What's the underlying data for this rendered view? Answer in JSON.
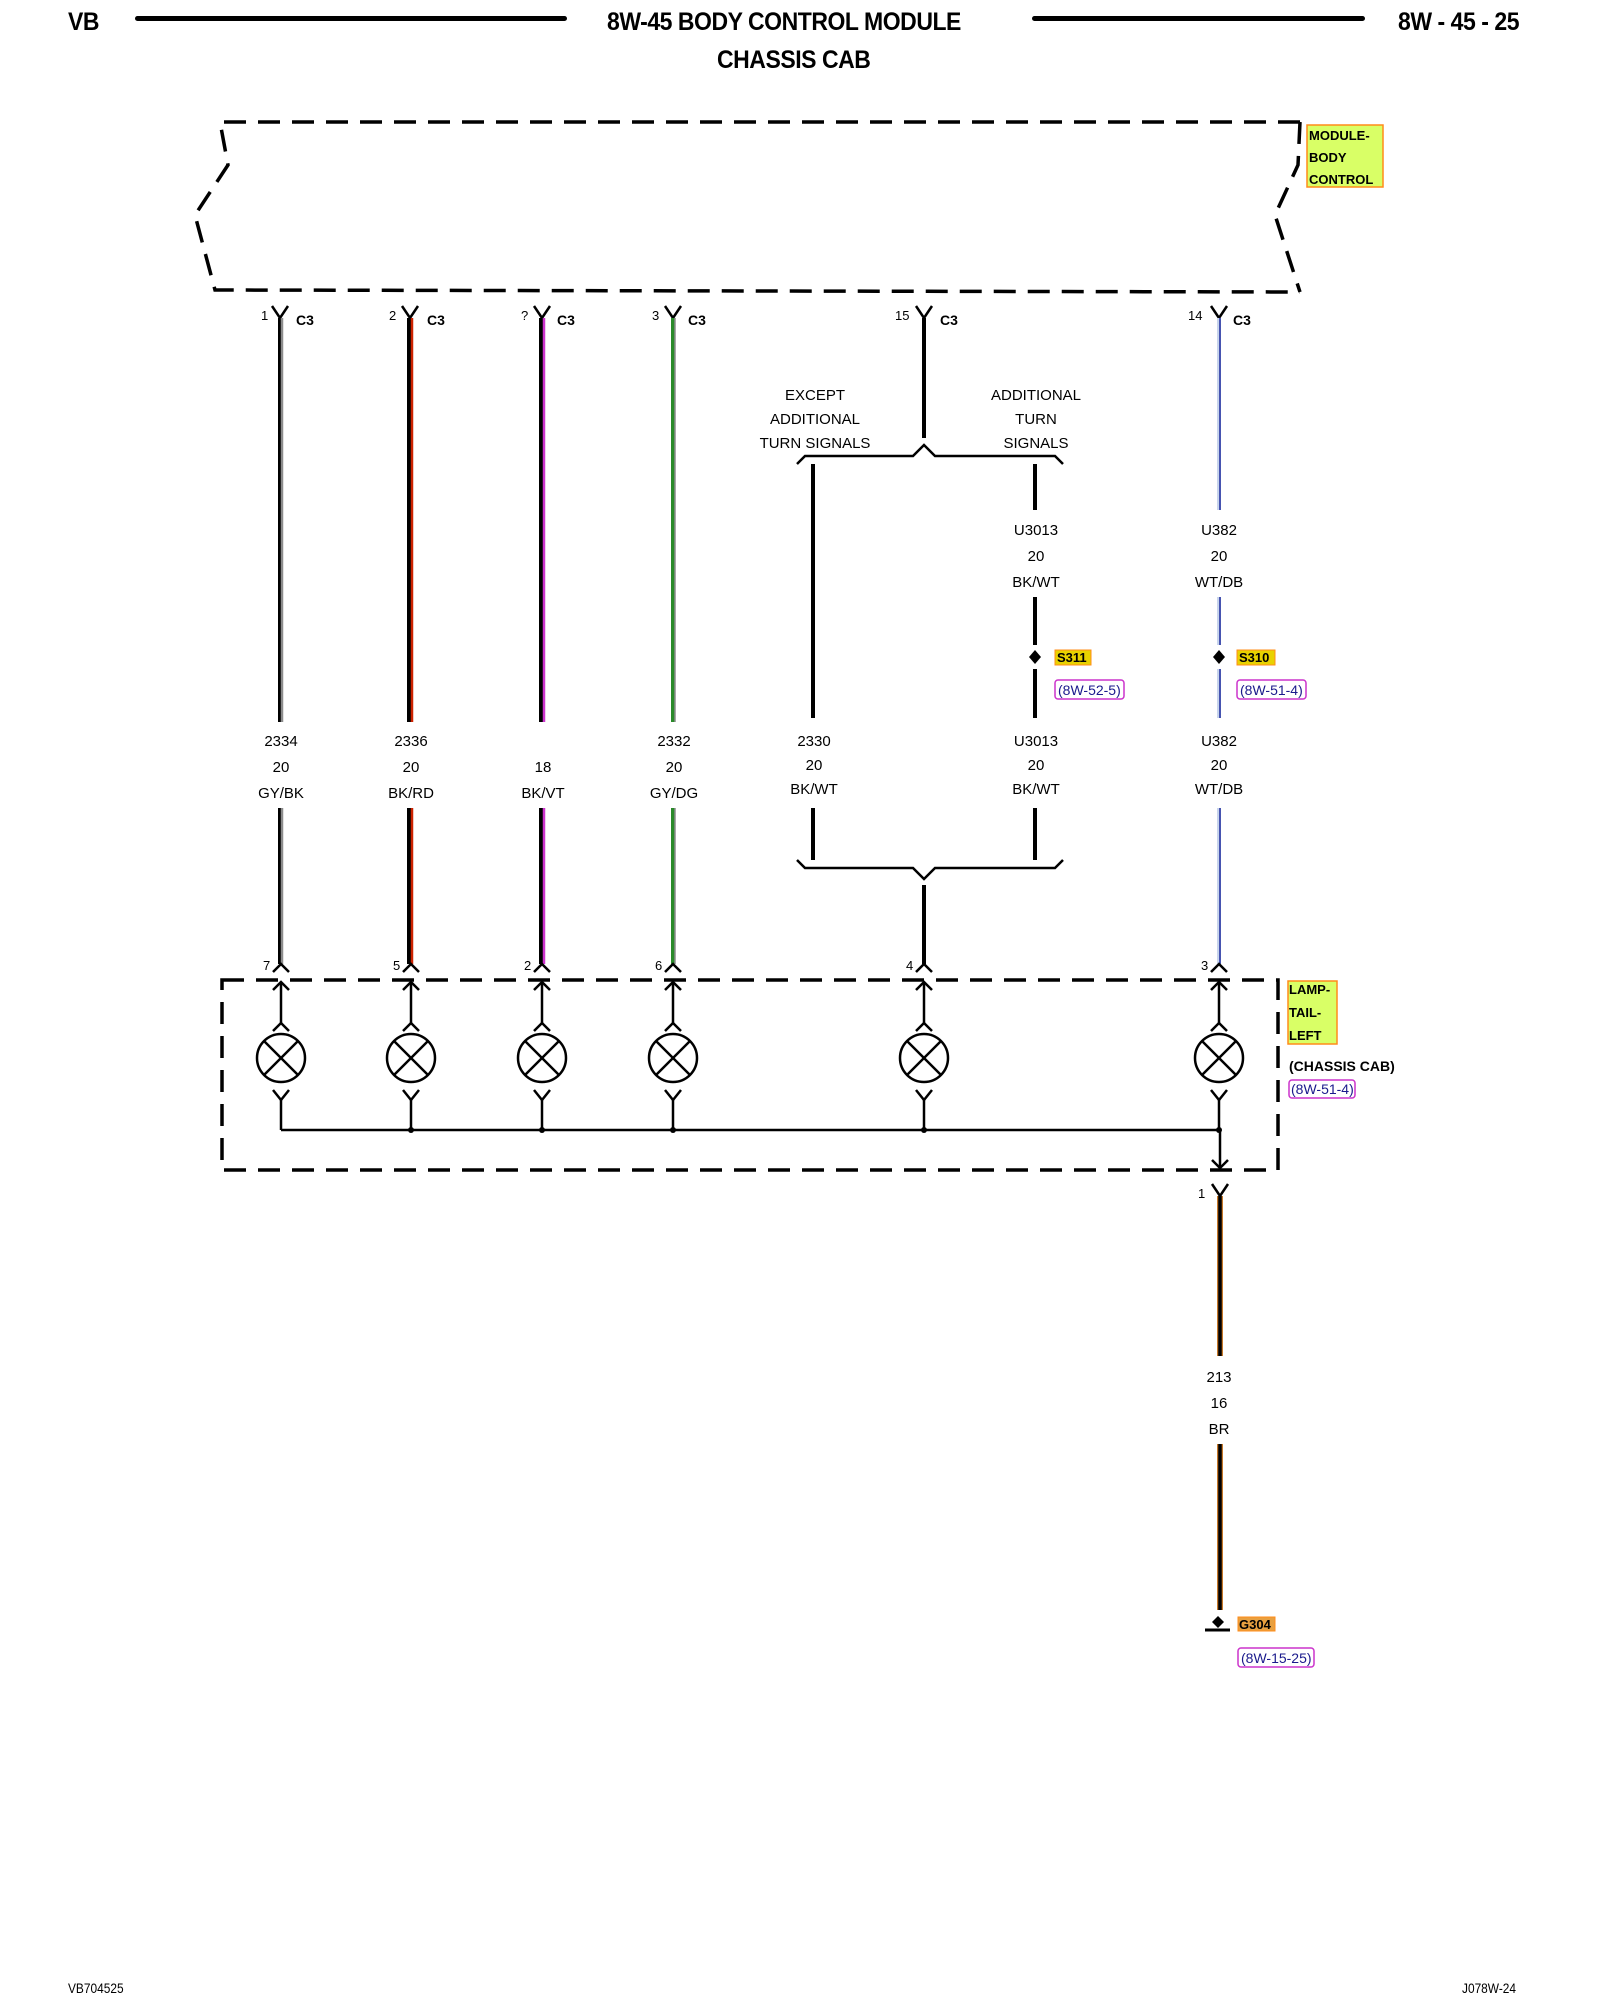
{
  "header": {
    "left": "VB",
    "title": "8W-45 BODY CONTROL MODULE",
    "subtitle": "CHASSIS CAB",
    "page": "8W - 45 - 25"
  },
  "footer": {
    "left": "VB704525",
    "right": "J078W-24"
  },
  "colors": {
    "component_tag_fill": "#d9ff66",
    "component_tag_border": "#ff8c1a",
    "splice_tag_fill": "#e8d200",
    "ref_box_border": "#cc33cc",
    "ref_text": "#1a1a8c",
    "wire_gy": "#8c8c8c",
    "wire_rd": "#cc2200",
    "wire_vt": "#cc33cc",
    "wire_dg": "#2a8a2a",
    "wire_db": "#1a2a9c",
    "wire_br": "#c87a2a"
  },
  "module": {
    "name_lines": [
      "MODULE-",
      "BODY",
      "CONTROL"
    ]
  },
  "lamp": {
    "name_lines": [
      "LAMP-",
      "TAIL-",
      "LEFT"
    ],
    "variant": "(CHASSIS CAB)",
    "ref": "(8W-51-4)"
  },
  "bcm_pins": [
    {
      "pin": "1",
      "connector": "C3"
    },
    {
      "pin": "2",
      "connector": "C3"
    },
    {
      "pin": "?",
      "connector": "C3"
    },
    {
      "pin": "3",
      "connector": "C3"
    },
    {
      "pin": "15",
      "connector": "C3"
    },
    {
      "pin": "14",
      "connector": "C3"
    }
  ],
  "branch": {
    "left_label": [
      "EXCEPT",
      "ADDITIONAL",
      "TURN SIGNALS"
    ],
    "right_label": [
      "ADDITIONAL",
      "TURN",
      "SIGNALS"
    ]
  },
  "upper_wires": [
    {
      "circuit": "U3013",
      "gauge": "20",
      "color": "BK/WT"
    },
    {
      "circuit": "U382",
      "gauge": "20",
      "color": "WT/DB"
    }
  ],
  "splices": [
    {
      "id": "S311",
      "ref": "(8W-52-5)"
    },
    {
      "id": "S310",
      "ref": "(8W-51-4)"
    }
  ],
  "lower_wires": [
    {
      "circuit": "2334",
      "gauge": "20",
      "color": "GY/BK"
    },
    {
      "circuit": "2336",
      "gauge": "20",
      "color": "BK/RD"
    },
    {
      "circuit": "",
      "gauge": "18",
      "color": "BK/VT"
    },
    {
      "circuit": "2332",
      "gauge": "20",
      "color": "GY/DG"
    },
    {
      "circuit": "2330",
      "gauge": "20",
      "color": "BK/WT"
    },
    {
      "circuit": "U3013",
      "gauge": "20",
      "color": "BK/WT"
    },
    {
      "circuit": "U382",
      "gauge": "20",
      "color": "WT/DB"
    }
  ],
  "lamp_pins": [
    "7",
    "5",
    "2",
    "6",
    "4",
    "3"
  ],
  "ground_pin": "1",
  "ground_wire": {
    "circuit": "213",
    "gauge": "16",
    "color": "BR"
  },
  "ground": {
    "id": "G304",
    "ref": "(8W-15-25)"
  }
}
